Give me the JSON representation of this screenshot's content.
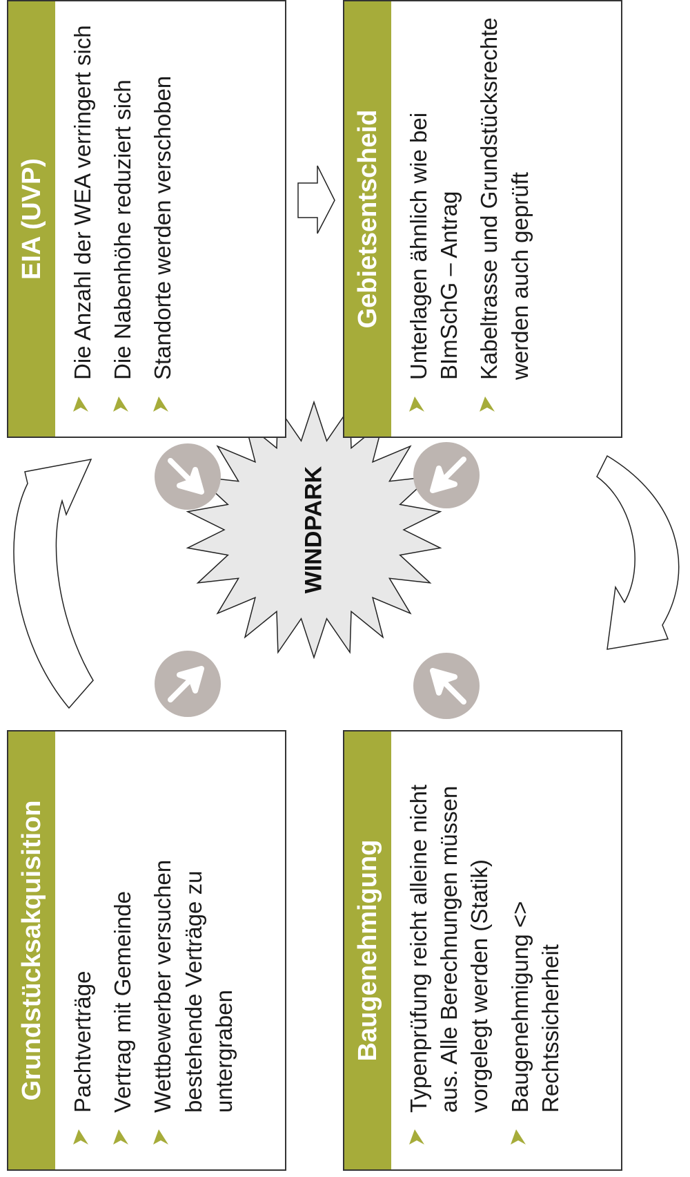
{
  "center_label": "WINDPARK",
  "boxes": {
    "grund": {
      "title": "Grundstücksakquisition",
      "items": [
        "Pachtverträge",
        "Vertrag mit Gemeinde",
        "Wettbewerber versuchen bestehende Verträge zu untergraben"
      ]
    },
    "eia": {
      "title": "EIA (UVP)",
      "items": [
        "Die Anzahl der WEA verringert sich",
        "Die Nabenhöhe reduziert sich",
        "Standorte werden verschoben"
      ]
    },
    "bau": {
      "title": "Baugenehmigung",
      "items": [
        "Typenprüfung reicht alleine nicht aus. Alle Berechnungen müssen vorgelegt werden (Statik)",
        "Baugenehmigung <> Rechtssicherheit"
      ]
    },
    "gebiet": {
      "title": "Gebietsentscheid",
      "items": [
        "Unterlagen ähnlich wie bei BImSchG – Antrag",
        "Kabeltrasse und Grundstücksrechte werden auch geprüft"
      ]
    }
  },
  "colors": {
    "header": "#a6ac3a",
    "circle": "#bdb5b1",
    "star": "#e8e8e8"
  }
}
